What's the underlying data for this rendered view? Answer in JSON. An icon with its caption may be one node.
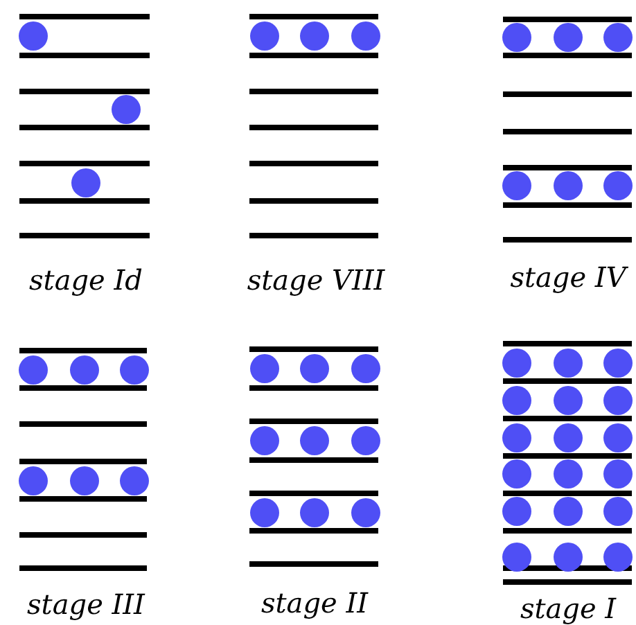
{
  "diagram": {
    "labels": [
      "stage Id",
      "stage VIII",
      "stage IV",
      "stage III",
      "stage II",
      "stage I"
    ]
  }
}
